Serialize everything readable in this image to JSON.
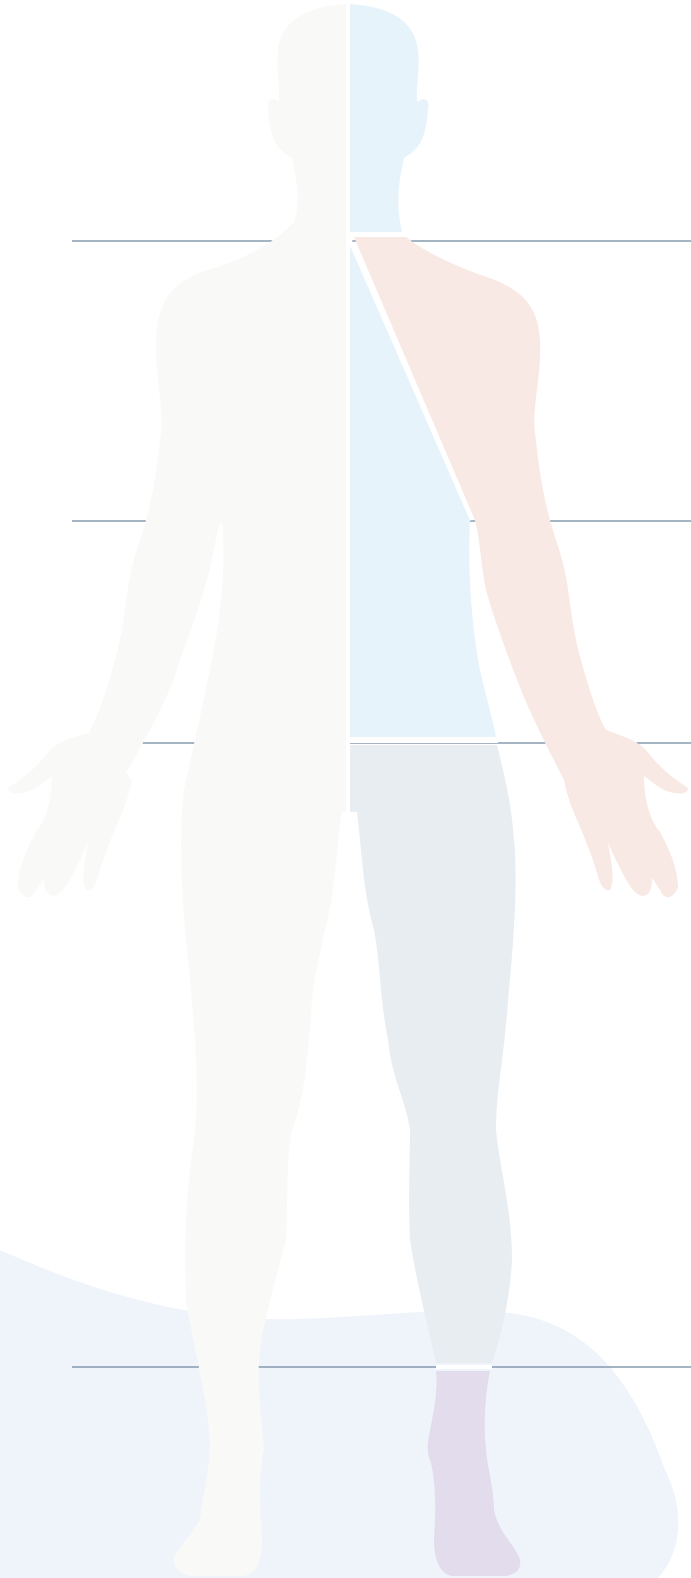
{
  "colors": {
    "background": "#ffffff",
    "backdrop_blob": "#eff4fb",
    "silhouette_base": "#f9f9f8",
    "guide_line": "#6f879f",
    "separator": "#ffffff",
    "regions": {
      "head_neck": "#e7f3fb",
      "shoulder_arm": "#f9e9e4",
      "torso": "#e7f3fb",
      "leg": "#e8edf2",
      "foot": "#e2dced"
    }
  },
  "icons": {
    "figure": "human-body-front-icon"
  },
  "regions": [
    "head_neck",
    "shoulder_arm",
    "torso",
    "leg",
    "foot"
  ]
}
